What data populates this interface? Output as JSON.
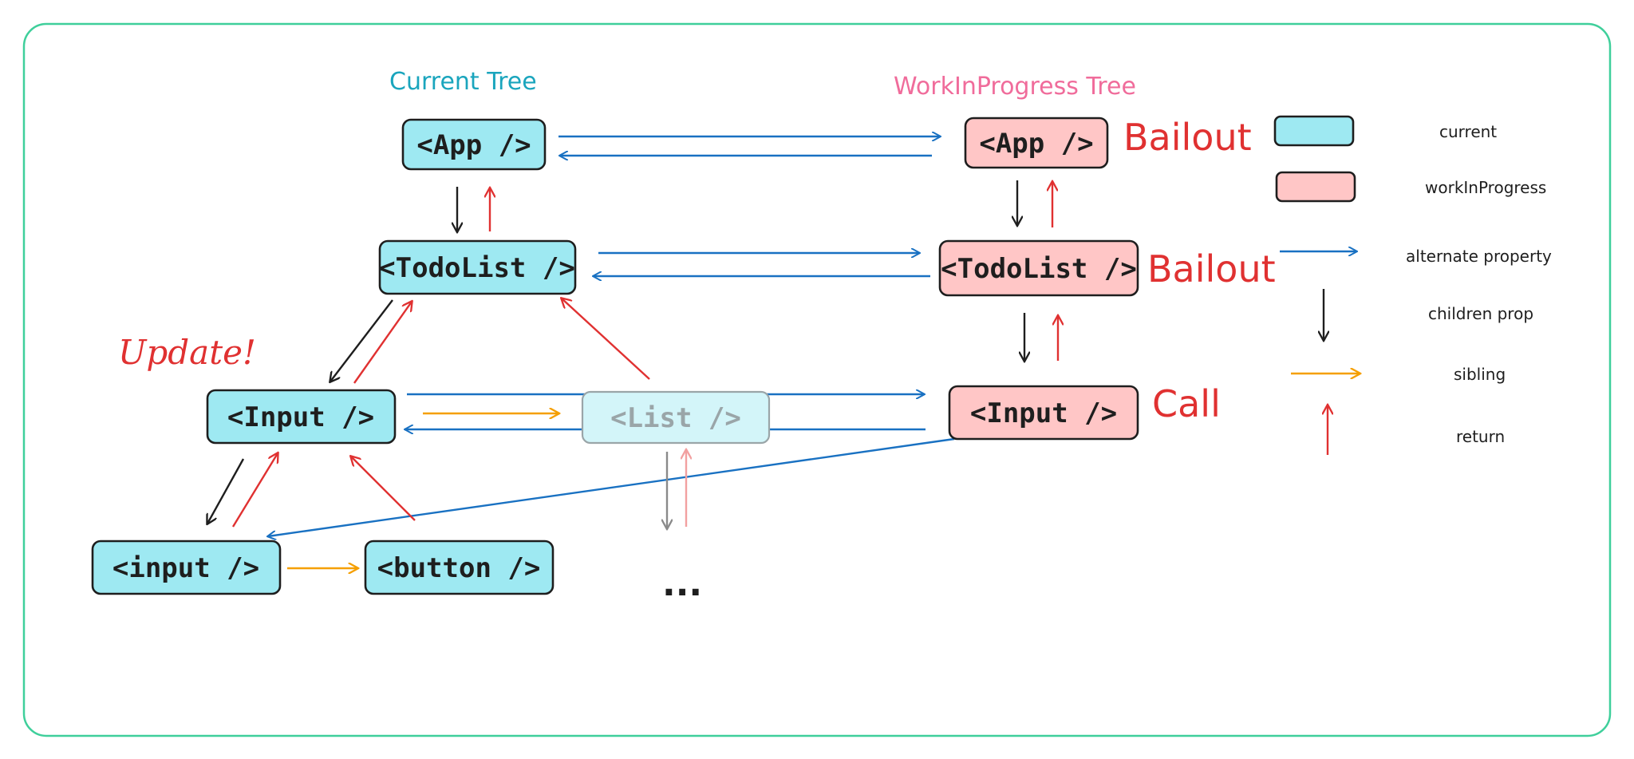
{
  "trees": {
    "current_title": "Current Tree",
    "wip_title": "WorkInProgress Tree"
  },
  "nodes": {
    "cur_app": "<App />",
    "cur_todolist": "<TodoList />",
    "cur_input_comp": "<Input />",
    "cur_list": "<List />",
    "cur_input_el": "<input />",
    "cur_button": "<button />",
    "wip_app": "<App />",
    "wip_todolist": "<TodoList />",
    "wip_input_comp": "<Input />"
  },
  "status": {
    "app": "Bailout",
    "todolist": "Bailout",
    "input": "Call",
    "update": "Update!"
  },
  "more": "...",
  "legend": {
    "current": "current",
    "wip": "workInProgress",
    "alternate": "alternate property",
    "children": "children prop",
    "sibling": "sibling",
    "return": "return"
  },
  "colors": {
    "current_fill": "#9ee9f2",
    "wip_fill": "#ffc6c6",
    "alternate": "#1971c2",
    "children": "#1e1e1e",
    "sibling": "#f59f00",
    "return": "#e03131",
    "frame": "#3fcf9b"
  }
}
